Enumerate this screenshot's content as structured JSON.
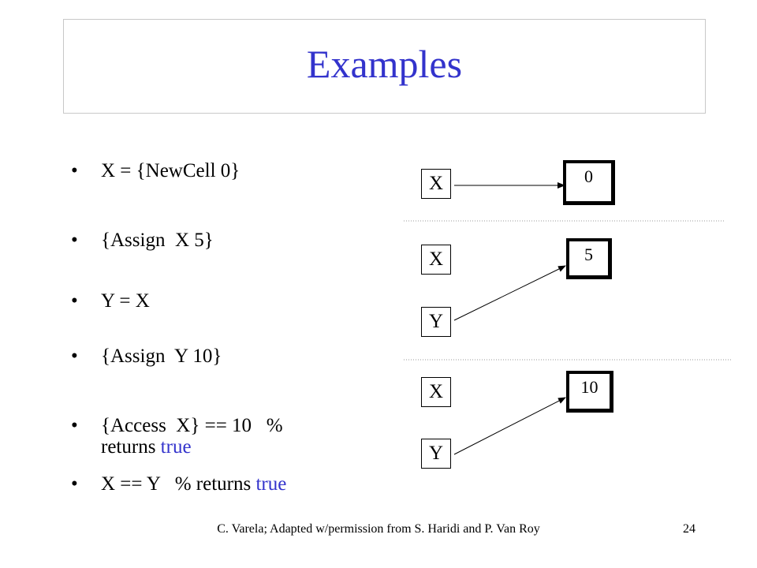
{
  "slide": {
    "title": "Examples",
    "footer": "C. Varela; Adapted w/permission from S. Haridi and P. Van Roy",
    "page_number": "24"
  },
  "bullets": [
    {
      "lines": [
        "X = {NewCell 0}"
      ]
    },
    {
      "lines": [
        "{Assign  X 5}"
      ]
    },
    {
      "lines": [
        "Y = X"
      ]
    },
    {
      "lines": [
        "{Assign  Y 10}"
      ]
    },
    {
      "lines": [
        "{Access  X} == 10   %"
      ],
      "line2_prefix": "returns ",
      "line2_highlight": "true"
    },
    {
      "text_prefix": "X == Y   % returns ",
      "text_highlight": "true"
    }
  ],
  "diagram": {
    "groups": [
      {
        "vars": [
          "X"
        ],
        "cell_value": "0"
      },
      {
        "vars": [
          "X",
          "Y"
        ],
        "cell_value": "5"
      },
      {
        "vars": [
          "X",
          "Y"
        ],
        "cell_value": "10"
      }
    ]
  },
  "colors": {
    "accent": "#3333cc",
    "divider": "#999999"
  }
}
